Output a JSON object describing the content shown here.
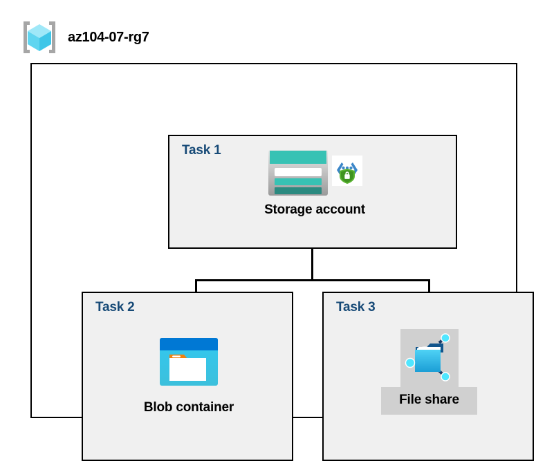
{
  "header": {
    "icon": "resource-group-icon",
    "title": "az104-07-rg7"
  },
  "diagram": {
    "container_label": "resource-group-container",
    "tasks": [
      {
        "id": "task1",
        "label": "Task 1",
        "node": {
          "caption": "Storage account",
          "icons": [
            "storage-account-icon",
            "encryption-shield-icon"
          ],
          "highlighted": false
        }
      },
      {
        "id": "task2",
        "label": "Task 2",
        "node": {
          "caption": "Blob container",
          "icons": [
            "blob-container-icon"
          ],
          "highlighted": false
        }
      },
      {
        "id": "task3",
        "label": "Task 3",
        "node": {
          "caption": "File share",
          "icons": [
            "file-share-icon"
          ],
          "highlighted": true
        }
      }
    ],
    "connectors": [
      {
        "from": "task1",
        "to": "task2"
      },
      {
        "from": "task1",
        "to": "task3"
      }
    ]
  },
  "colors": {
    "page_background": "#ffffff",
    "box_background": "#f0f0f0",
    "box_border": "#000000",
    "task_label": "#174a77",
    "caption": "#000000",
    "highlight": "#d0d0d0",
    "storage_teal": "#37c2b4",
    "storage_teal_dark": "#2b8a80",
    "blob_blue": "#0078d4",
    "blob_cyan": "#32c8f0",
    "blob_orange": "#f0820f",
    "fileshare_blue": "#32b5e8",
    "fileshare_node": "#50e6ff",
    "shield_green": "#5ab332",
    "cube_cyan_light": "#9fe8f8",
    "cube_cyan_mid": "#5fd5f0",
    "cube_cyan_dark": "#3ec6e8",
    "bracket_gray": "#a6a6a6"
  }
}
